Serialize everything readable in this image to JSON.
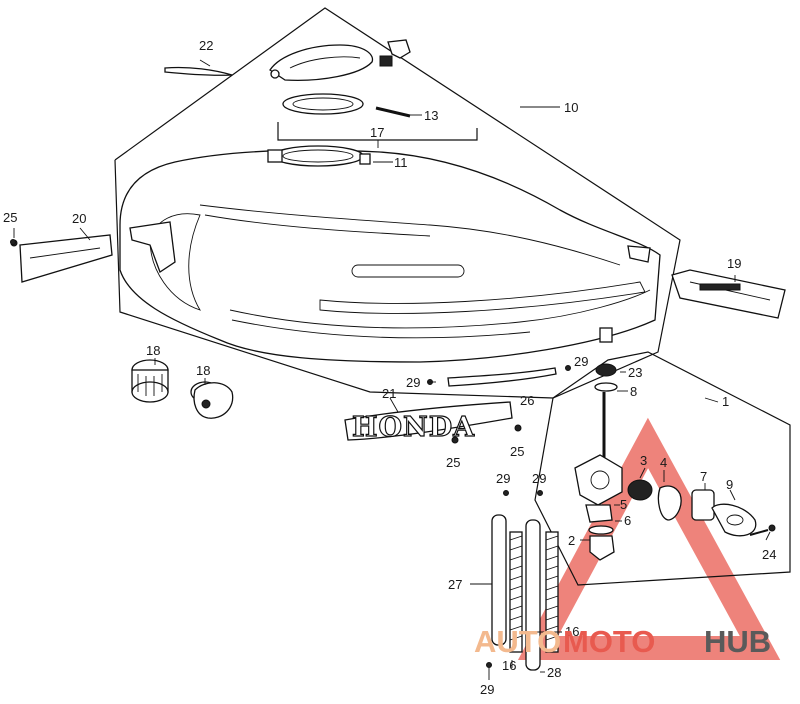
{
  "callouts": {
    "c1": "1",
    "c2": "2",
    "c3": "3",
    "c4": "4",
    "c5": "5",
    "c6": "6",
    "c7": "7",
    "c8": "8",
    "c9": "9",
    "c10": "10",
    "c11": "11",
    "c13": "13",
    "c16": "16",
    "c17": "17",
    "c18": "18",
    "c19": "19",
    "c20": "20",
    "c21": "21",
    "c22": "22",
    "c23": "23",
    "c24": "24",
    "c25": "25",
    "c26": "26",
    "c27": "27",
    "c28": "28",
    "c29": "29"
  },
  "emblem_text": "HONDA",
  "watermark": {
    "part1": "AUTO",
    "part2": "MOTO",
    "part3": "HUB"
  },
  "colors": {
    "line": "#111111",
    "watermark_red": "#e85a4f",
    "watermark_peach": "#f3b98e",
    "watermark_gray": "#5a5a5a"
  }
}
